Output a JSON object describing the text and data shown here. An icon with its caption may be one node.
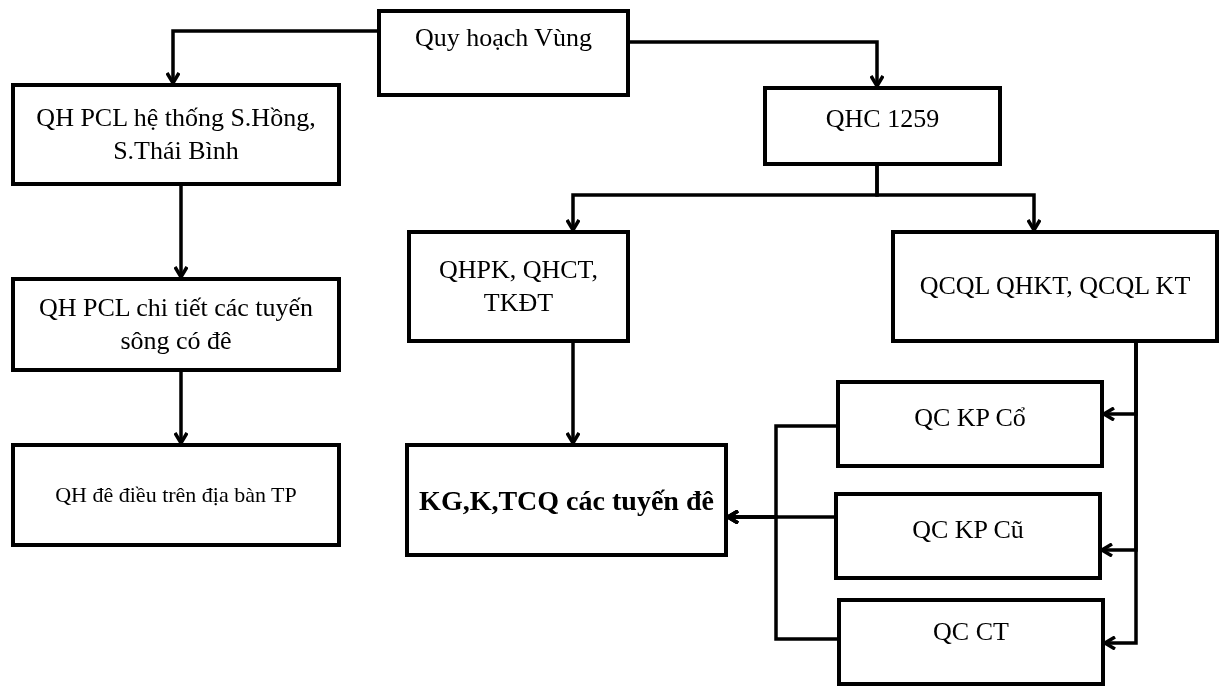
{
  "diagram": {
    "nodes": [
      {
        "text": [
          "Quy hoạch Vùng"
        ]
      },
      {
        "text": [
          "QH PCL hệ thống S.Hồng, S.Thái Bình"
        ]
      },
      {
        "text": [
          "QHC 1259"
        ]
      },
      {
        "text": [
          "QHPK, QHCT, TKĐT"
        ]
      },
      {
        "text": [
          "QCQL QHKT, QCQL KT"
        ]
      },
      {
        "text": [
          "QH PCL chi tiết các tuyến sông có đê"
        ]
      },
      {
        "text": [
          "QH đê điều trên địa bàn TP"
        ]
      },
      {
        "text": [
          "KG,K,TCQ các tuyến đê"
        ]
      },
      {
        "text": [
          "QC KP Cổ"
        ]
      },
      {
        "text": [
          "QC KP Cũ"
        ]
      },
      {
        "text": [
          "QC CT"
        ]
      }
    ],
    "edges": [
      {
        "from": 0,
        "to": 1,
        "arrow": "to"
      },
      {
        "from": 0,
        "to": 2,
        "arrow": "to"
      },
      {
        "from": 2,
        "to": 3,
        "arrow": "to"
      },
      {
        "from": 2,
        "to": 4,
        "arrow": "to"
      },
      {
        "from": 1,
        "to": 5,
        "arrow": "to"
      },
      {
        "from": 5,
        "to": 6,
        "arrow": "to"
      },
      {
        "from": 3,
        "to": 7,
        "arrow": "to"
      },
      {
        "from": 4,
        "to": 8,
        "arrow": "to"
      },
      {
        "from": 4,
        "to": 9,
        "arrow": "to"
      },
      {
        "from": 4,
        "to": 10,
        "arrow": "to"
      },
      {
        "from": 8,
        "to": 7,
        "arrow": "to"
      },
      {
        "from": 9,
        "to": 7,
        "arrow": "to"
      },
      {
        "from": 10,
        "to": 7,
        "arrow": "to"
      }
    ]
  }
}
